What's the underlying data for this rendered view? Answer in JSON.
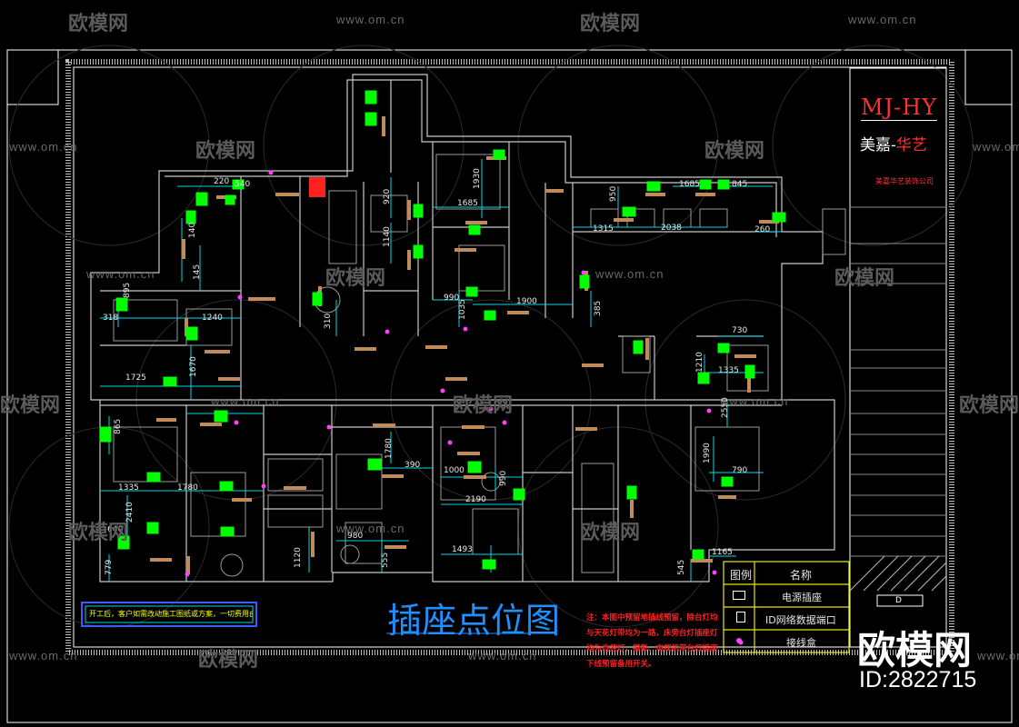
{
  "watermark": {
    "url": "www.om.cn",
    "logo": "欧模网",
    "brand_big": "欧模网",
    "id_label": "ID:2822715"
  },
  "title_block": {
    "logo_en": "MJ-HY",
    "logo_cn_a": "美嘉",
    "logo_cn_b": "华艺",
    "company": "美嘉华艺装饰公司",
    "drawing_no": "D"
  },
  "drawing": {
    "title": "插座点位图",
    "note_left": "开工后，客户如需改动施工图纸或方案，一切费用由客户承担。",
    "note_right": "注：本图中预留地插线预留，除台灯均与天花灯带均为一路，床旁台灯插座灯均为自控灯，摄影、电视机带台灯插座下线预留备用开关。",
    "dimensions": [
      "220",
      "540",
      "145",
      "140",
      "895",
      "1240",
      "318",
      "1670",
      "1725",
      "865",
      "1335",
      "1780",
      "2410",
      "640",
      "1120",
      "779",
      "1780",
      "390",
      "980",
      "555",
      "1000",
      "990",
      "2190",
      "1493",
      "1930",
      "1685",
      "920",
      "1140",
      "990",
      "1900",
      "310",
      "1035",
      "385",
      "1315",
      "2038",
      "950",
      "1685",
      "845",
      "260",
      "730",
      "1335",
      "1210",
      "2550",
      "1990",
      "790",
      "545",
      "1165"
    ]
  },
  "legend": {
    "header_symbol": "图例",
    "header_name": "名称",
    "rows": [
      {
        "icon": "power-socket-icon",
        "name": "电源插座"
      },
      {
        "icon": "network-port-icon",
        "name": "ID网络数据端口"
      },
      {
        "icon": "junction-box-icon",
        "name": "接线盒"
      }
    ]
  },
  "colors": {
    "background": "#000000",
    "frame": "#ffffff",
    "wall": "#c8c8c8",
    "socket": "#00ff00",
    "furniture": "#c08a5a",
    "dimension": "#00ffff",
    "title": "#1e90ff",
    "note_red": "#ff2020",
    "legend_border": "#ffff00",
    "logo_red": "#ff3030"
  }
}
